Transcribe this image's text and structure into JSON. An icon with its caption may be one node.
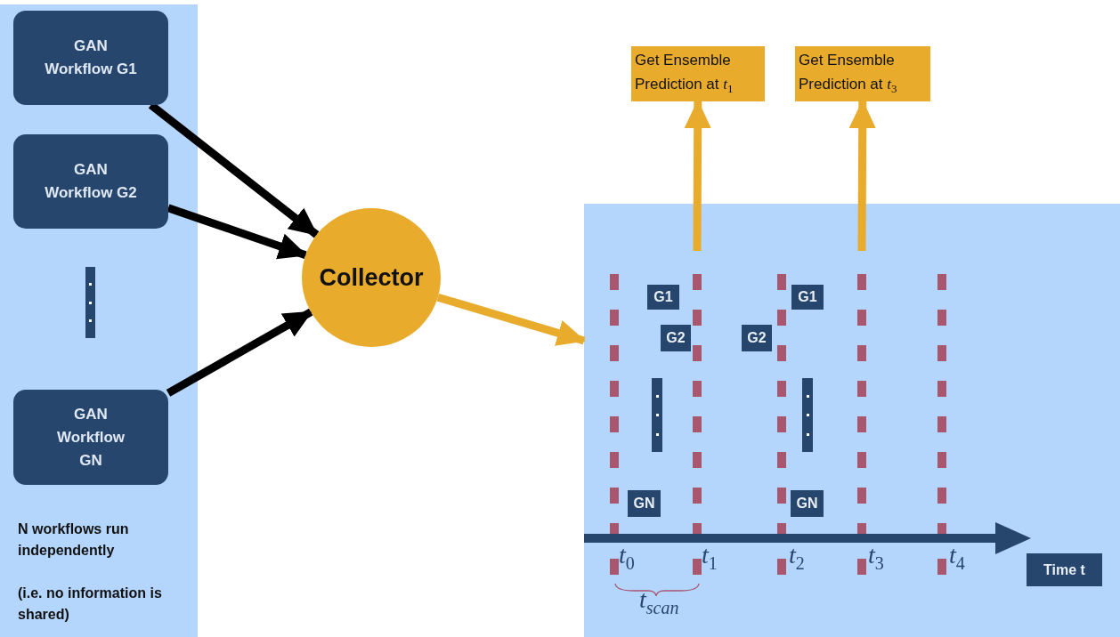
{
  "diagram": {
    "nodes": [
      {
        "text": [
          "N workflows run independently",
          "(i.e. no information is shared)"
        ]
      },
      {
        "text": [
          "GAN Workflow G1"
        ],
        "in": 0
      },
      {
        "text": [
          "GAN Workflow G2"
        ],
        "in": 0
      },
      {
        "text": [],
        "shape": "bar",
        "in": 0
      },
      {
        "text": [
          "GAN Workflow GN"
        ],
        "in": 0
      },
      {
        "text": [
          "Collector"
        ]
      },
      {
        "text": [],
        "shape": "box"
      },
      {
        "text": [
          "Get Ensemble Prediction at *t*$_{1}$"
        ]
      },
      {
        "text": [
          "Get Ensemble Prediction at *t*$_{3}$"
        ]
      },
      {
        "text": [
          "G1"
        ],
        "in": 6
      },
      {
        "text": [
          "G2"
        ],
        "in": 6
      },
      {
        "text": [],
        "shape": "bar",
        "in": 6
      },
      {
        "text": [
          "GN"
        ],
        "in": 6
      },
      {
        "text": [
          "G2"
        ],
        "in": 6
      },
      {
        "text": [
          "G1"
        ],
        "in": 6
      },
      {
        "text": [],
        "shape": "bar",
        "in": 6
      },
      {
        "text": [
          "GN"
        ],
        "in": 6
      },
      {
        "text": [
          "Time t"
        ],
        "in": 6
      }
    ],
    "edges": [
      {
        "from": 1,
        "to": 5,
        "arrow": "to"
      },
      {
        "from": 2,
        "to": 5,
        "arrow": "to"
      },
      {
        "from": 4,
        "to": 5,
        "arrow": "to"
      },
      {
        "from": 5,
        "to": 6,
        "arrow": "to",
        "color": "#e9ab2c"
      },
      {
        "from": null,
        "to": 7,
        "arrow": "to",
        "color": "#e9ab2c"
      },
      {
        "from": null,
        "to": 8,
        "arrow": "to",
        "color": "#e9ab2c"
      }
    ],
    "labels": [
      "*t*$_{0}$",
      "*t*$_{1}$",
      "*t*$_{2}$",
      "*t*$_{3}$",
      "*t*$_{4}$",
      "*t*$_{scan}$"
    ]
  }
}
